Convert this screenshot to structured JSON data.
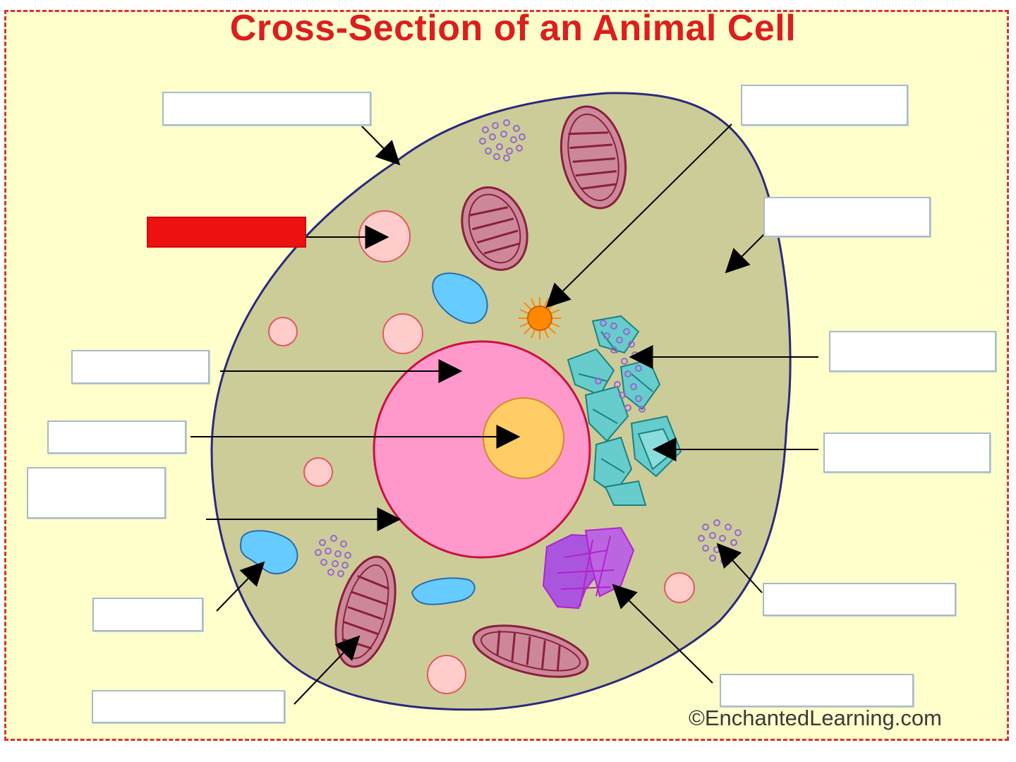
{
  "title": "Cross-Section of an Animal Cell",
  "copyright": "©EnchantedLearning.com",
  "colors": {
    "background": "#ffffcc",
    "border": "#d83232",
    "title": "#dc1e1e",
    "cytoplasm": "#cccc99",
    "cell_membrane": "#2a2a7a",
    "nucleus": "#ff99cc",
    "nucleus_outline": "#cc1040",
    "nucleolus": "#ffcc66",
    "lysosome": "#ffcccc",
    "mitochondrion": "#cc8899",
    "vacuole": "#66ccff",
    "centrosome": "#ff8800",
    "rough_er": "#66cccc",
    "ribosome": "#9966cc",
    "golgi": "#aa33cc",
    "highlighted_label": "#ee1111"
  },
  "organelles": [
    "cell-membrane",
    "cytoplasm",
    "nucleus",
    "nucleolus",
    "nuclear-membrane",
    "mitochondrion",
    "lysosome",
    "vacuole",
    "centrosome",
    "rough-endoplasmic-reticulum",
    "smooth-endoplasmic-reticulum",
    "ribosomes",
    "golgi-apparatus"
  ],
  "label_boxes": [
    {
      "id": "top-left",
      "filled": false,
      "text": ""
    },
    {
      "id": "red-highlight",
      "filled": true,
      "text": ""
    },
    {
      "id": "left-upper",
      "filled": false,
      "text": ""
    },
    {
      "id": "left-middle",
      "filled": false,
      "text": ""
    },
    {
      "id": "left-lower",
      "filled": false,
      "text": ""
    },
    {
      "id": "bottom-left",
      "filled": false,
      "text": ""
    },
    {
      "id": "bottom-left-lowest",
      "filled": false,
      "text": ""
    },
    {
      "id": "top-right",
      "filled": false,
      "text": ""
    },
    {
      "id": "right-upper",
      "filled": false,
      "text": ""
    },
    {
      "id": "right-middle",
      "filled": false,
      "text": ""
    },
    {
      "id": "right-lower",
      "filled": false,
      "text": ""
    },
    {
      "id": "right-bottom",
      "filled": false,
      "text": ""
    },
    {
      "id": "bottom-right",
      "filled": false,
      "text": ""
    }
  ]
}
